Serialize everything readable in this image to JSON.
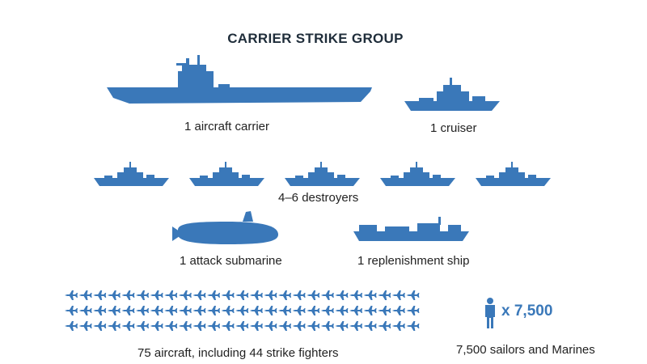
{
  "title": "CARRIER STRIKE GROUP",
  "colors": {
    "ship": "#3a78b9",
    "text": "#222222"
  },
  "labels": {
    "carrier": "1 aircraft carrier",
    "cruiser": "1 cruiser",
    "destroyers": "4–6 destroyers",
    "submarine": "1 attack submarine",
    "replenishment": "1 replenishment ship",
    "aircraft": "75 aircraft, including 44 strike fighters",
    "sailors_count": "x 7,500",
    "sailors": "7,500 sailors and Marines"
  },
  "icons": {
    "carrier": "aircraft-carrier-icon",
    "cruiser": "cruiser-icon",
    "destroyer": "destroyer-icon",
    "submarine": "submarine-icon",
    "replenishment": "replenishment-ship-icon",
    "aircraft": "fighter-jet-icon",
    "sailor": "person-icon"
  },
  "counts": {
    "destroyer_icons": 5,
    "aircraft_icons": 75
  }
}
